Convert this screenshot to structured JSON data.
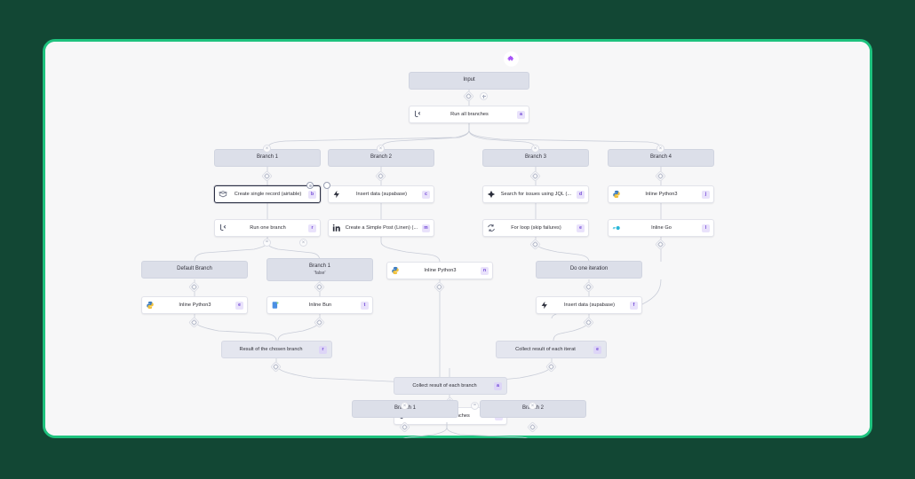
{
  "theme": {
    "page_background": "#124734",
    "frame_border": "#1ec27e",
    "canvas_background": "#f7f7f8",
    "branch_node_fill": "#dcdfe9",
    "card_node_fill": "#ffffff",
    "result_node_fill": "#e4e6ef",
    "badge_fill": "#e9e2fb",
    "badge_text": "#6b3fd4",
    "selected_border": "#2b2f45"
  },
  "header": {
    "app_icon": "puzzle-piece-icon"
  },
  "graph": {
    "nodes": [
      {
        "id": "input",
        "kind": "branch",
        "label": "Input"
      },
      {
        "id": "run_all_1",
        "kind": "card",
        "label": "Run all branches",
        "icon": "branch-all-icon",
        "badge": "a"
      },
      {
        "id": "branch_1_top",
        "kind": "branch",
        "label": "Branch 1"
      },
      {
        "id": "branch_2_top",
        "kind": "branch",
        "label": "Branch 2"
      },
      {
        "id": "branch_3_top",
        "kind": "branch",
        "label": "Branch 3"
      },
      {
        "id": "branch_4_top",
        "kind": "branch",
        "label": "Branch 4"
      },
      {
        "id": "airtable",
        "kind": "card",
        "label": "Create single record (airtable)",
        "icon": "airtable-icon",
        "badge": "b",
        "selected": true
      },
      {
        "id": "supabase_1",
        "kind": "card",
        "label": "Insert data (supabase)",
        "icon": "supabase-icon",
        "badge": "c"
      },
      {
        "id": "jira",
        "kind": "card",
        "label": "Search for issues using JQL (...",
        "icon": "jira-icon",
        "badge": "d"
      },
      {
        "id": "python_b4",
        "kind": "card",
        "label": "Inline Python3",
        "icon": "python-icon",
        "badge": "j"
      },
      {
        "id": "run_one",
        "kind": "card",
        "label": "Run one branch",
        "icon": "branch-one-icon",
        "badge": "r"
      },
      {
        "id": "linkedin",
        "kind": "card",
        "label": "Create a Simple Post (Linen) (...",
        "icon": "linkedin-icon",
        "badge": "m"
      },
      {
        "id": "forloop",
        "kind": "card",
        "label": "For loop (skip failures)",
        "icon": "loop-icon",
        "badge": "e"
      },
      {
        "id": "inline_go",
        "kind": "card",
        "label": "Inline Go",
        "icon": "go-icon",
        "badge": "l"
      },
      {
        "id": "default_br",
        "kind": "branch",
        "label": "Default Branch"
      },
      {
        "id": "branch_false",
        "kind": "branch",
        "label": "Branch 1",
        "sublabel": "'false'"
      },
      {
        "id": "python_mid",
        "kind": "card",
        "label": "Inline Python3",
        "icon": "python-icon",
        "badge": "n"
      },
      {
        "id": "one_iter",
        "kind": "branch",
        "label": "Do one iteration"
      },
      {
        "id": "python_e",
        "kind": "card",
        "label": "Inline Python3",
        "icon": "python-icon",
        "badge": "e"
      },
      {
        "id": "inline_bun",
        "kind": "card",
        "label": "Inline Bun",
        "icon": "bun-icon",
        "badge": "t"
      },
      {
        "id": "supabase_2",
        "kind": "card",
        "label": "Insert data (supabase)",
        "icon": "supabase-icon",
        "badge": "f"
      },
      {
        "id": "res_chosen",
        "kind": "result",
        "label": "Result of the chosen branch",
        "badge": "r"
      },
      {
        "id": "res_iter",
        "kind": "result",
        "label": "Collect result of each iterat",
        "badge": "e"
      },
      {
        "id": "res_branch",
        "kind": "result",
        "label": "Collect result of each branch",
        "badge": "a"
      },
      {
        "id": "run_all_2",
        "kind": "card",
        "label": "Run all branches",
        "icon": "branch-all-icon",
        "badge": "g"
      },
      {
        "id": "branch_1_bot",
        "kind": "branch",
        "label": "Branch 1"
      },
      {
        "id": "branch_2_bot",
        "kind": "branch",
        "label": "Branch 2"
      }
    ],
    "connectors": [
      {
        "id": "c_input_a",
        "glyph": "diamond"
      },
      {
        "id": "c_input_b",
        "glyph": "plus"
      },
      {
        "id": "c_b1",
        "glyph": "x"
      },
      {
        "id": "c_b2",
        "glyph": "x"
      },
      {
        "id": "c_b3",
        "glyph": "x"
      },
      {
        "id": "c_b4",
        "glyph": "x"
      },
      {
        "id": "c_b1_lo",
        "glyph": "diamond"
      },
      {
        "id": "c_b2_lo",
        "glyph": "diamond"
      },
      {
        "id": "c_b3_lo",
        "glyph": "diamond"
      },
      {
        "id": "c_b4_lo",
        "glyph": "diamond"
      },
      {
        "id": "c_runone_eq",
        "glyph": "eq"
      },
      {
        "id": "c_runone_x",
        "glyph": "x"
      },
      {
        "id": "c_loop",
        "glyph": "diamond"
      },
      {
        "id": "c_go_lo",
        "glyph": "diamond"
      },
      {
        "id": "c_def_lo",
        "glyph": "diamond"
      },
      {
        "id": "c_false_lo",
        "glyph": "diamond"
      },
      {
        "id": "c_pymid_lo",
        "glyph": "diamond"
      },
      {
        "id": "c_iter_lo",
        "glyph": "diamond"
      },
      {
        "id": "c_pye_lo",
        "glyph": "diamond"
      },
      {
        "id": "c_bun_lo",
        "glyph": "diamond"
      },
      {
        "id": "c_sup2_lo",
        "glyph": "diamond"
      },
      {
        "id": "c_chosen_lo",
        "glyph": "diamond"
      },
      {
        "id": "c_iter2_lo",
        "glyph": "diamond"
      },
      {
        "id": "c_resbr_lo",
        "glyph": "diamond"
      },
      {
        "id": "c_runall2_a",
        "glyph": "x"
      },
      {
        "id": "c_runall2_b",
        "glyph": "eq"
      },
      {
        "id": "c_runall2_c",
        "glyph": "x"
      },
      {
        "id": "c_b1b_lo",
        "glyph": "diamond"
      },
      {
        "id": "c_b2b_lo",
        "glyph": "diamond"
      }
    ]
  }
}
